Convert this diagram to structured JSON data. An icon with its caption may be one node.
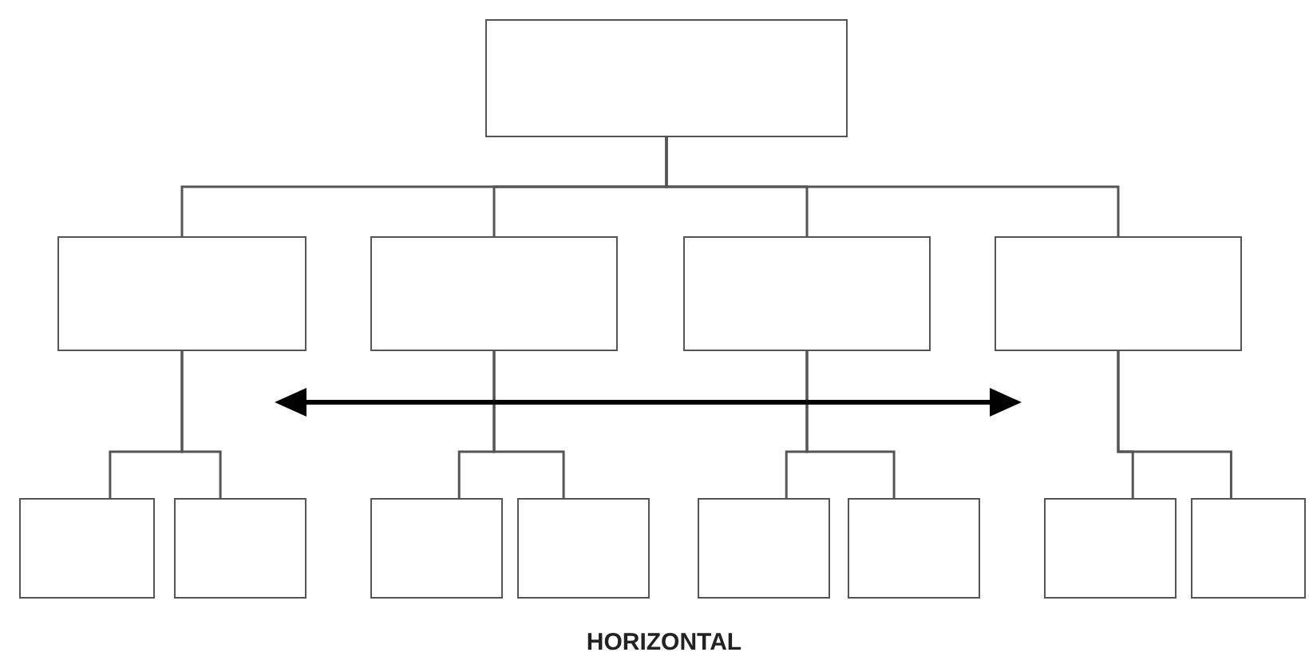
{
  "diagram": {
    "nodes": [
      {
        "text": [],
        "shape": "box"
      },
      {
        "text": [],
        "shape": "box"
      },
      {
        "text": [],
        "shape": "box"
      },
      {
        "text": [],
        "shape": "box"
      },
      {
        "text": [],
        "shape": "box"
      },
      {
        "text": [],
        "shape": "box"
      },
      {
        "text": [],
        "shape": "box"
      },
      {
        "text": [],
        "shape": "box"
      },
      {
        "text": [],
        "shape": "box"
      },
      {
        "text": [],
        "shape": "box"
      },
      {
        "text": [],
        "shape": "box"
      },
      {
        "text": [],
        "shape": "box"
      },
      {
        "text": [],
        "shape": "box"
      }
    ],
    "edges": [
      {
        "from": 0,
        "to": 1,
        "arrow": "none"
      },
      {
        "from": 0,
        "to": 2,
        "arrow": "none"
      },
      {
        "from": 0,
        "to": 3,
        "arrow": "none"
      },
      {
        "from": 0,
        "to": 4,
        "arrow": "none"
      },
      {
        "from": 1,
        "to": 5,
        "arrow": "none"
      },
      {
        "from": 1,
        "to": 6,
        "arrow": "none"
      },
      {
        "from": 2,
        "to": 7,
        "arrow": "none"
      },
      {
        "from": 2,
        "to": 8,
        "arrow": "none"
      },
      {
        "from": 3,
        "to": 9,
        "arrow": "none"
      },
      {
        "from": 3,
        "to": 10,
        "arrow": "none"
      },
      {
        "from": 4,
        "to": 11,
        "arrow": "none"
      },
      {
        "from": 4,
        "to": 12,
        "arrow": "none"
      }
    ],
    "labels": [
      "HORIZONTAL"
    ]
  }
}
